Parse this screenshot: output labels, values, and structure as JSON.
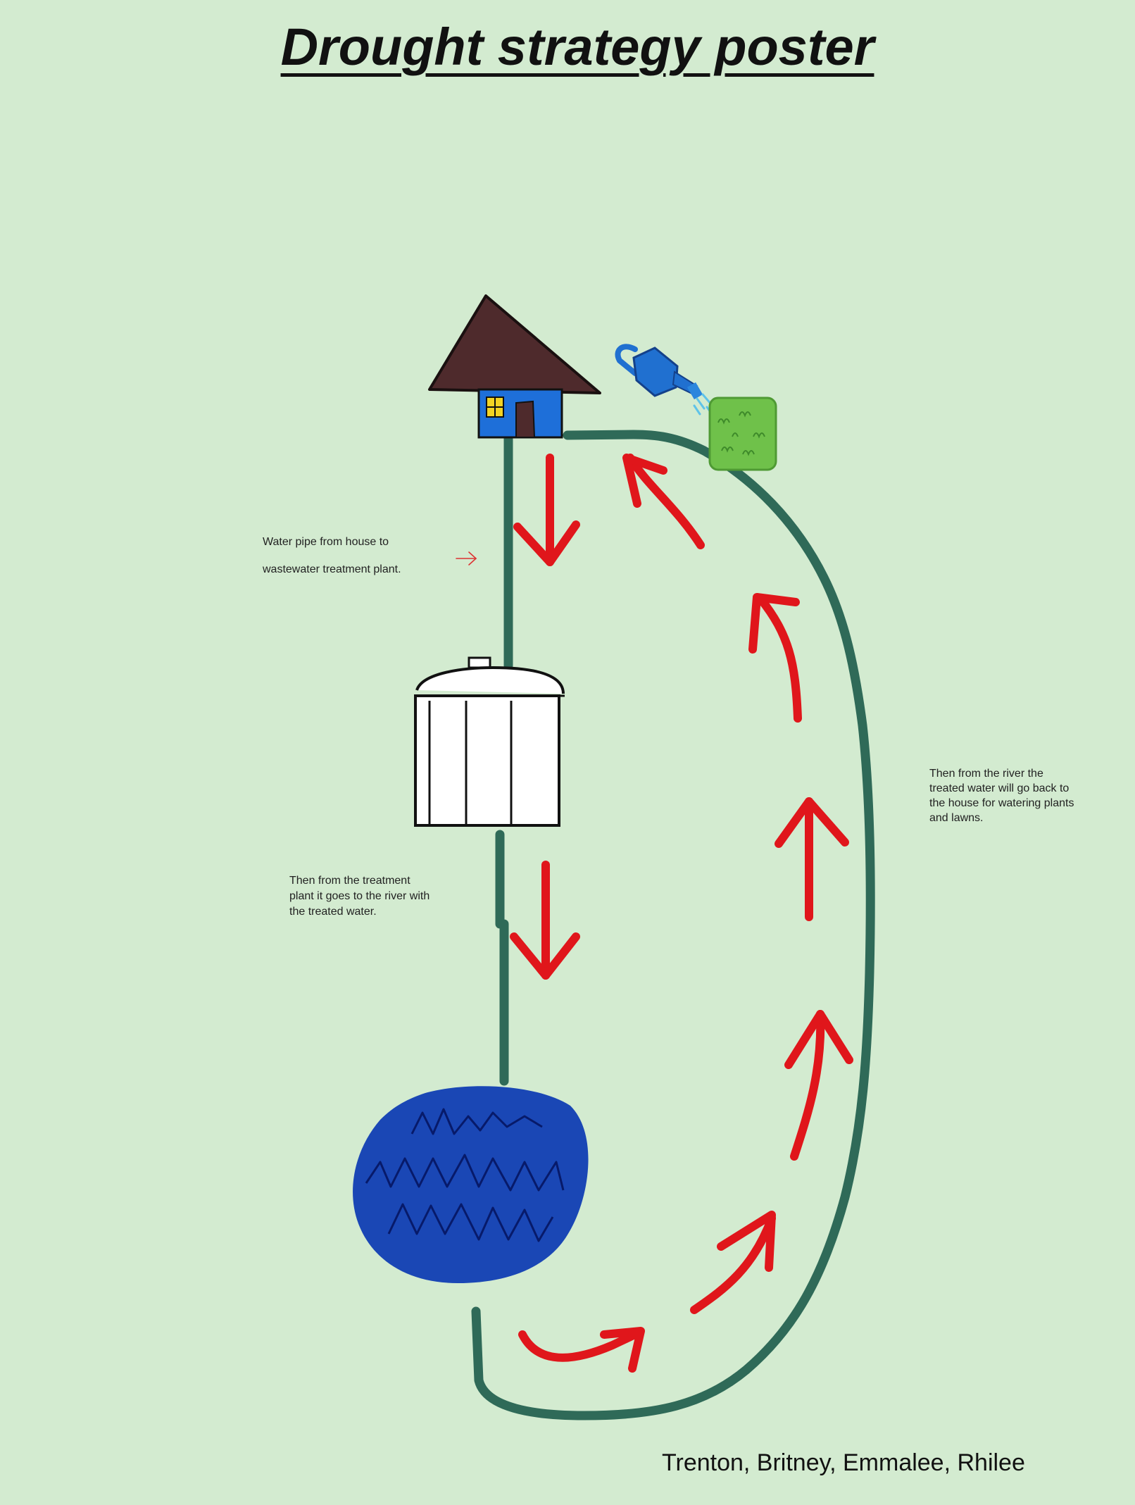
{
  "title": "Drought strategy poster",
  "labels": {
    "pipe_line1": "Water pipe from house to",
    "pipe_line2": "wastewater treatment plant.",
    "plant": "Then from the treatment plant it goes to the river with the treated water.",
    "river": "Then from the river the treated water will go back to the house for watering plants and lawns."
  },
  "authors": "Trenton, Britney, Emmalee, Rhilee",
  "colors": {
    "background": "#d3ebd0",
    "pipe": "#2f6a58",
    "flow_arrow": "#e0161b",
    "roof": "#4e2a2c",
    "house": "#1e6fd9",
    "river": "#1a47b5",
    "grass": "#6fc14a",
    "watering_can": "#2070d0"
  },
  "icons": [
    "house-icon",
    "watering-can-icon",
    "lawn-icon",
    "treatment-plant-icon",
    "river-icon"
  ]
}
